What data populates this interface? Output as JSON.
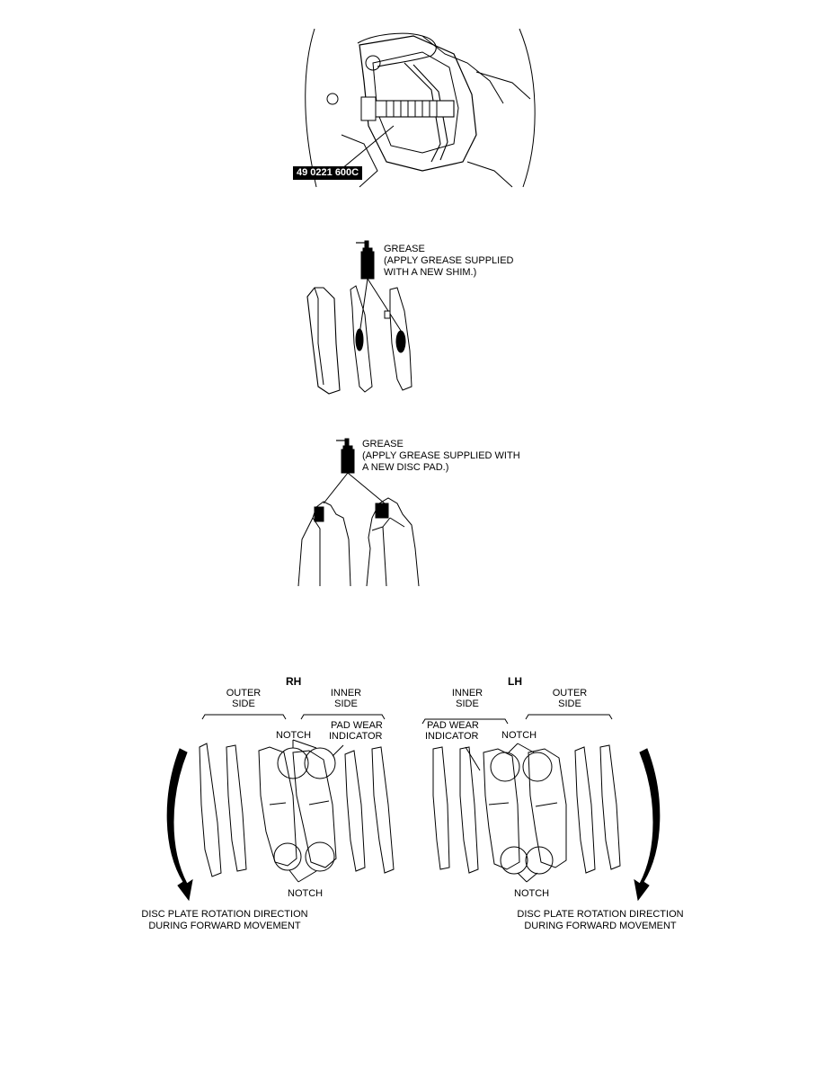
{
  "figure1": {
    "tool_number": "49 0221 600C"
  },
  "figure2": {
    "grease_label": "GREASE",
    "note_line1": "(APPLY GREASE SUPPLIED",
    "note_line2": "WITH A NEW SHIM.)",
    "can_label": "GREASE"
  },
  "figure3": {
    "grease_label": "GREASE",
    "note_line1": "(APPLY GREASE SUPPLIED WITH",
    "note_line2": "A NEW DISC PAD.)",
    "can_label": "GREASE"
  },
  "figure4": {
    "rh": {
      "title": "RH",
      "outer_side": [
        "OUTER",
        "SIDE"
      ],
      "inner_side": [
        "INNER",
        "SIDE"
      ],
      "pad_wear_indicator": [
        "PAD WEAR",
        "INDICATOR"
      ],
      "notch_top": "NOTCH",
      "notch_bottom": "NOTCH",
      "rotation": [
        "DISC PLATE ROTATION DIRECTION",
        "DURING FORWARD MOVEMENT"
      ]
    },
    "lh": {
      "title": "LH",
      "inner_side": [
        "INNER",
        "SIDE"
      ],
      "outer_side": [
        "OUTER",
        "SIDE"
      ],
      "pad_wear_indicator": [
        "PAD WEAR",
        "INDICATOR"
      ],
      "notch_top": "NOTCH",
      "notch_bottom": "NOTCH",
      "rotation": [
        "DISC PLATE ROTATION DIRECTION",
        "DURING FORWARD MOVEMENT"
      ]
    }
  }
}
